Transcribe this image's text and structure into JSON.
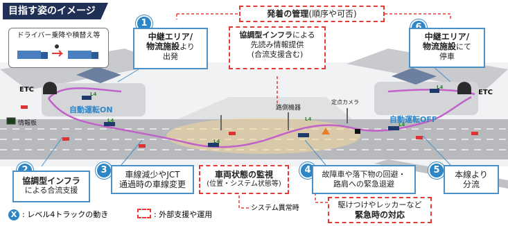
{
  "title": "目指す姿のイメージ",
  "top_banner": {
    "bold": "発着の管理",
    "normal": "(順序や可否)"
  },
  "driver_box": {
    "text": "ドライバー乗降や積替え等"
  },
  "center_top_box": {
    "line1_bold": "協調型インフラ",
    "line1_normal": "による",
    "line2": "先読み情報提供",
    "line3": "(合流支援含む)"
  },
  "steps": [
    {
      "num": "1",
      "line1": "中継エリア/",
      "line2": "物流施設",
      "line2_suffix": "より",
      "line3": "出発"
    },
    {
      "num": "2",
      "line1": "協調型インフラ",
      "line2": "による合流支援"
    },
    {
      "num": "3",
      "line1": "車線減少やJCT",
      "line2": "通過時の車線変更"
    },
    {
      "num": "4",
      "line1": "故障車や落下物の回避・",
      "line2": "路肩への緊急退避"
    },
    {
      "num": "5",
      "line1": "本線より",
      "line2": "分流"
    },
    {
      "num": "6",
      "line1": "中継エリア/",
      "line2": "物流施設",
      "line2_suffix": "にて",
      "line3": "停車"
    }
  ],
  "vehicle_monitor": {
    "line1": "車両状態の監視",
    "line2": "(位置・システム状態等)"
  },
  "system_fault": "システム異常時",
  "emergency": {
    "line1": "駆けつけやレッカーなど",
    "line2": "緊急時の対応"
  },
  "labels": {
    "etc_left": "ETC",
    "etc_right": "ETC",
    "info_board": "情報板",
    "auto_on": "自動運転ON",
    "auto_off": "自動運転OFF",
    "roadside": "路側機器",
    "camera": "定点カメラ",
    "l4": "L4"
  },
  "legend": {
    "x_symbol": "X",
    "x_text": ": レベル4トラックの動き",
    "dashed_text": ": 外部支援や運用"
  },
  "colors": {
    "accent_blue": "#2f86c6",
    "dashed_red": "#e53935",
    "route": "#c060c8",
    "title_bg": "#1f2f55"
  }
}
